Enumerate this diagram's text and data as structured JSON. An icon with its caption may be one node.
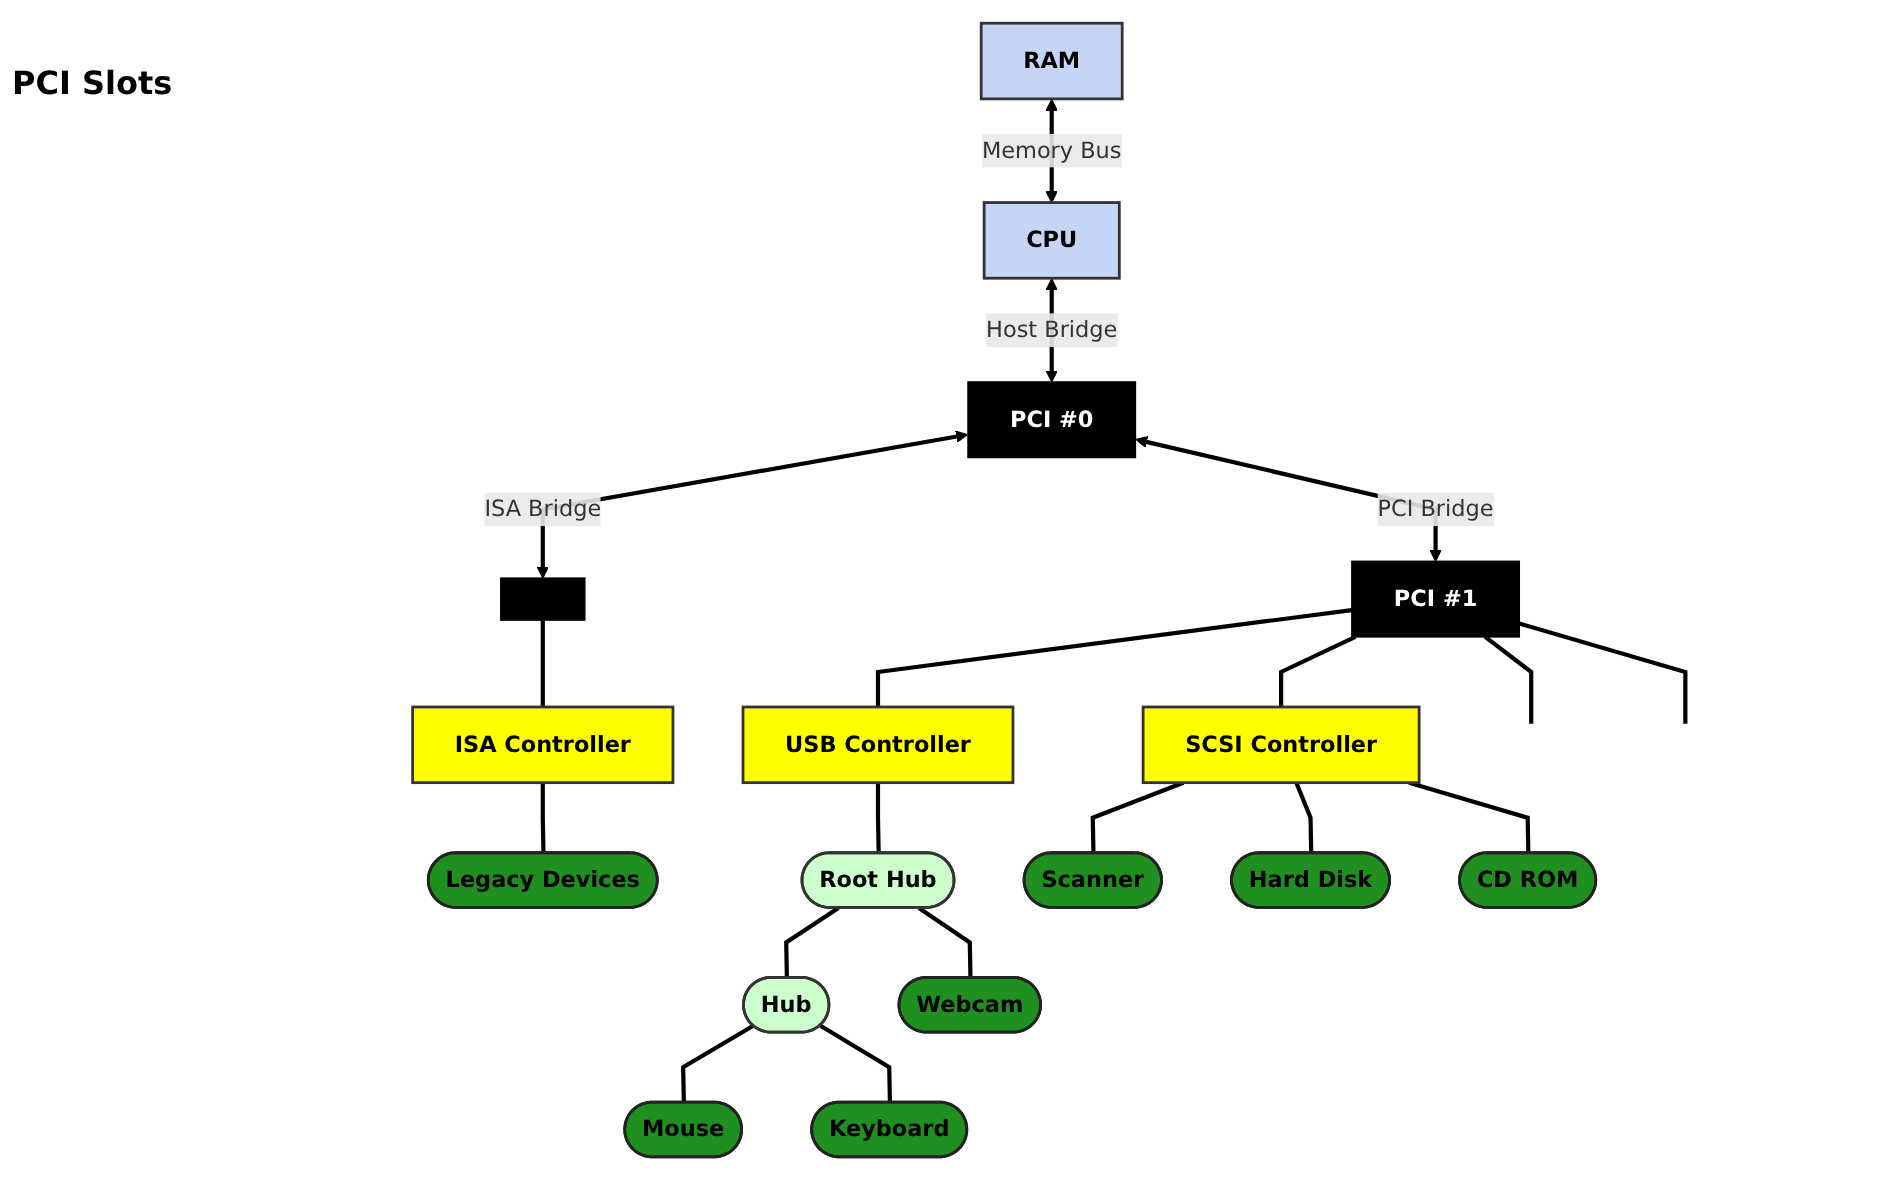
{
  "diagram": {
    "nodes": [
      {
        "text": [
          "RAM"
        ]
      },
      {
        "text": [
          "CPU"
        ]
      },
      {
        "text": [
          "PCI #0"
        ]
      },
      {
        "text": [
          "PCI #1"
        ]
      },
      {
        "text": [],
        "shape": "bar"
      },
      {
        "text": [
          "ISA Controller"
        ]
      },
      {
        "text": [
          "Legacy Devices"
        ]
      },
      {
        "text": [
          "USB Controller"
        ]
      },
      {
        "text": [
          "SCSI Controller"
        ]
      },
      {
        "text": [
          "Root Hub"
        ]
      },
      {
        "text": [
          "Hub"
        ]
      },
      {
        "text": [
          "Webcam"
        ]
      },
      {
        "text": [
          "Mouse"
        ]
      },
      {
        "text": [
          "Keyboard"
        ]
      },
      {
        "text": [
          "Scanner"
        ]
      },
      {
        "text": [
          "Hard Disk"
        ]
      },
      {
        "text": [
          "CD ROM"
        ]
      }
    ],
    "edges": [
      {
        "from": 0,
        "to": 1,
        "arrow": "both",
        "label": "Memory Bus"
      },
      {
        "from": 1,
        "to": 2,
        "arrow": "both",
        "label": "Host Bridge"
      },
      {
        "from": 2,
        "to": 4,
        "arrow": "both",
        "label": "ISA Bridge"
      },
      {
        "from": 2,
        "to": 3,
        "arrow": "both",
        "label": "PCI Bridge"
      },
      {
        "from": 4,
        "to": 5,
        "arrow": "none"
      },
      {
        "from": 5,
        "to": 6,
        "arrow": "none"
      },
      {
        "from": 3,
        "to": null,
        "arrow": "none"
      },
      {
        "from": 3,
        "to": null,
        "arrow": "none"
      },
      {
        "from": 3,
        "to": 7,
        "arrow": "none"
      },
      {
        "from": 3,
        "to": 8,
        "arrow": "none"
      },
      {
        "from": 7,
        "to": 9,
        "arrow": "none"
      },
      {
        "from": 9,
        "to": 10,
        "arrow": "none"
      },
      {
        "from": 9,
        "to": 11,
        "arrow": "none"
      },
      {
        "from": 10,
        "to": 12,
        "arrow": "none"
      },
      {
        "from": 10,
        "to": 13,
        "arrow": "none"
      },
      {
        "from": 8,
        "to": 14,
        "arrow": "none"
      },
      {
        "from": 8,
        "to": 15,
        "arrow": "none"
      },
      {
        "from": 8,
        "to": 16,
        "arrow": "none"
      }
    ],
    "labels": [
      "PCI Slots"
    ]
  }
}
